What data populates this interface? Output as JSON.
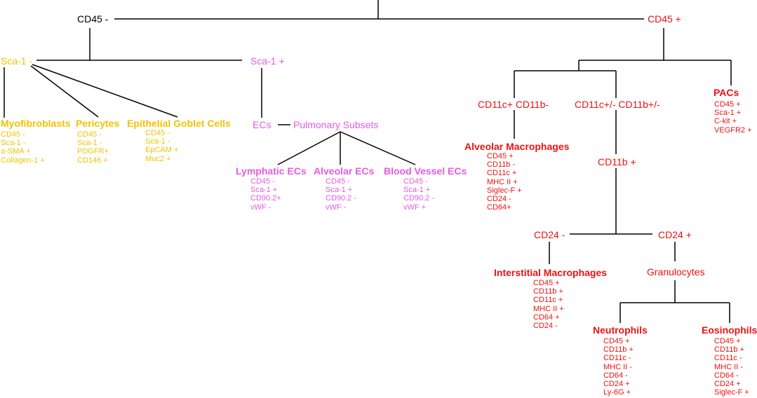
{
  "colors": {
    "line": "#000000",
    "neg": "#000000",
    "stromal": "#f2c300",
    "endothelial": "#e35be3",
    "immune": "#ee1111"
  },
  "nodes": {
    "cd45_neg": "CD45 -",
    "cd45_pos": "CD45 +",
    "sca1_neg": "Sca-1 -",
    "sca1_pos": "Sca-1 +",
    "ecs": "ECs",
    "pulmonary_subsets": "Pulmonary Subsets",
    "cd11c_cd11b_neg": "CD11c+ CD11b-",
    "cd11c_cd11b_mixed": "CD11c+/- CD11b+/-",
    "cd11b_pos": "CD11b +",
    "cd24_neg": "CD24 -",
    "cd24_pos": "CD24 +",
    "granulocytes": "Granulocytes"
  },
  "cells": {
    "myofibroblasts": {
      "title": "Myofibroblasts",
      "markers": [
        "CD45 -",
        "Sca-1 -",
        "a-SMA +",
        "Collagen-1 +"
      ]
    },
    "pericytes": {
      "title": "Pericytes",
      "markers": [
        "CD45 -",
        "Sca-1 -",
        "PDGFR+",
        "CD146 +"
      ]
    },
    "goblet": {
      "title": "Epithelial Goblet Cells",
      "markers": [
        "CD45 -",
        "Sca-1 -",
        "EpCAM +",
        "Muc2 +"
      ]
    },
    "lymphatic": {
      "title": "Lymphatic ECs",
      "markers": [
        "CD45 -",
        "Sca-1 +",
        "CD90.2+",
        "vWF -"
      ]
    },
    "alveolar_ecs": {
      "title": "Alveolar ECs",
      "markers": [
        "CD45 -",
        "Sca-1 +",
        "CD90.2 -",
        "vWF -"
      ]
    },
    "blood_vessel": {
      "title": "Blood Vessel ECs",
      "markers": [
        "CD45 -",
        "Sca-1 +",
        "CD90.2 -",
        "vWF +"
      ]
    },
    "pacs": {
      "title": "PACs",
      "markers": [
        "CD45 +",
        "Sca-1 +",
        "C-kit +",
        "VEGFR2 +"
      ]
    },
    "alveolar_macro": {
      "title": "Alveolar Macrophages",
      "markers": [
        "CD45 +",
        "CD11b -",
        "CD11c +",
        "MHC II +",
        "Siglec-F +",
        "CD24 -",
        "CD64+"
      ]
    },
    "interstitial_macro": {
      "title": "Interstitial Macrophages",
      "markers": [
        "CD45 +",
        "CD11b +",
        "CD11c +",
        "MHC II +",
        "CD64 +",
        "CD24 -"
      ]
    },
    "neutrophils": {
      "title": "Neutrophils",
      "markers": [
        "CD45 +",
        "CD11b +",
        "CD11c -",
        "MHC II -",
        "CD64 -",
        "CD24 +",
        "Ly-6G +"
      ]
    },
    "eosinophils": {
      "title": "Eosinophils",
      "markers": [
        "CD45 +",
        "CD11b +",
        "CD11c -",
        "MHC II -",
        "CD64 -",
        "CD24 +",
        "Siglec-F +"
      ]
    }
  }
}
